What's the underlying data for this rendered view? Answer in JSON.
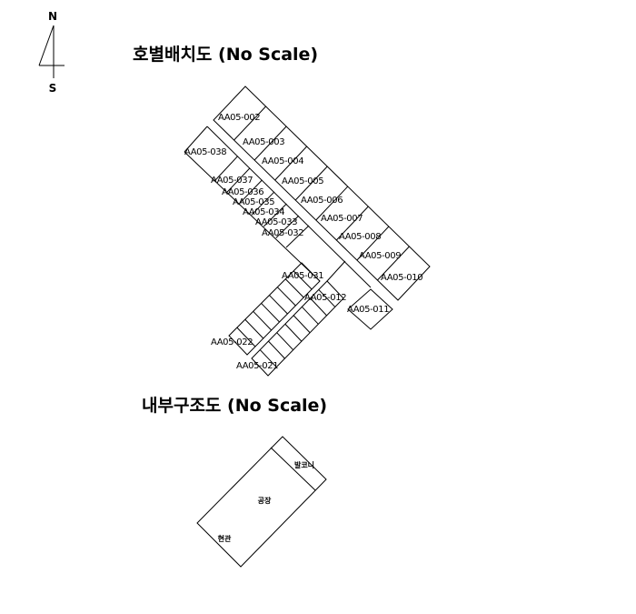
{
  "compass": {
    "north": "N",
    "south": "S"
  },
  "layout_plan": {
    "title": "호별배치도 (No Scale)",
    "highlight_color": "#e8262a",
    "highlighted_unit": "AA05-006",
    "units": {
      "u002": "AA05-002",
      "u003": "AA05-003",
      "u004": "AA05-004",
      "u005": "AA05-005",
      "u006": "AA05-006",
      "u007": "AA05-007",
      "u008": "AA05-008",
      "u009": "AA05-009",
      "u010": "AA05-010",
      "u011": "AA05-011",
      "u012": "AA05-012",
      "u021": "AA05-021",
      "u022": "AA05-022",
      "u031": "AA05-031",
      "u032": "AA05-032",
      "u033": "AA05-033",
      "u034": "AA05-034",
      "u035": "AA05-035",
      "u036": "AA05-036",
      "u037": "AA05-037",
      "u038": "AA05-038"
    }
  },
  "interior_plan": {
    "title": "내부구조도 (No Scale)",
    "rooms": {
      "balcony": "발코니",
      "factory": "공장",
      "entrance": "현관"
    }
  }
}
